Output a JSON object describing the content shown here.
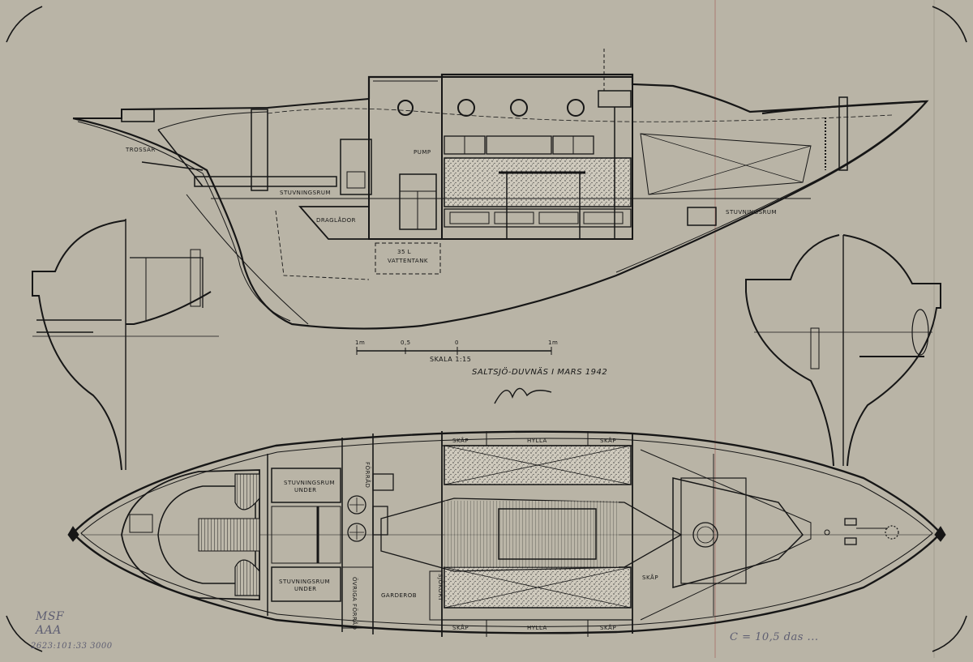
{
  "labels": {
    "trossar": "TROSSAR",
    "stuvningsrum_profile_1": "STUVNINGSRUM",
    "stuvningsrum_profile_2": "STUVNINGSRUM",
    "draglador": "DRAGLÅDOR",
    "pump": "PUMP",
    "tank_volume": "35 L",
    "vattentank": "VATTENTANK",
    "scale_start": "1m",
    "scale_mid": "0,5",
    "scale_zero": "0",
    "scale_end": "1m",
    "scale_text": "SKALA 1:15",
    "place_date": "SALTSJÖ-DUVNÄS I MARS 1942",
    "stuvningsrum_under_top": "STUVNINGSRUM",
    "under_top": "UNDER",
    "stuvningsrum_under_bottom": "STUVNINGSRUM",
    "under_bottom": "UNDER",
    "forrad": "FÖRRÅD",
    "ovriga_forrad": "ÖVRIGA FÖRRÅD",
    "gaderob": "GARDEROB",
    "sjokort": "SJÖKORT",
    "skap_top_left": "SKÅP",
    "hylla_top": "HYLLA",
    "skap_top_right": "SKÅP",
    "skap_bottom_left": "SKÅP",
    "hylla_bottom": "HYLLA",
    "skap_bottom_right": "SKÅP",
    "skap_fore": "SKÅP",
    "stamp_line1": "MSF",
    "stamp_line2": "AAA",
    "stamp_line3": "2623:101:33 3000",
    "pencil_note": "C = 10,5 das ... "
  },
  "colors": {
    "paper": "#b9b4a6",
    "ink": "#161616",
    "pencil": "#5e5e72"
  }
}
